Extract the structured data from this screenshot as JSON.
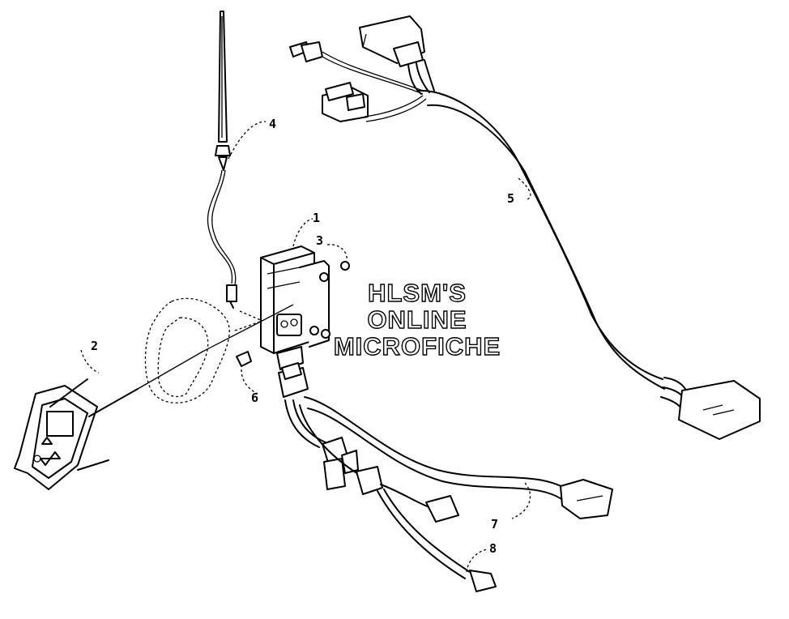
{
  "callouts": {
    "c1": "1",
    "c2": "2",
    "c3": "3",
    "c4": "4",
    "c5": "5",
    "c6": "6",
    "c7": "7",
    "c8": "8"
  },
  "watermark": {
    "line1": "HLSM'S",
    "line2": "ONLINE",
    "line3": "MICROFICHE"
  }
}
